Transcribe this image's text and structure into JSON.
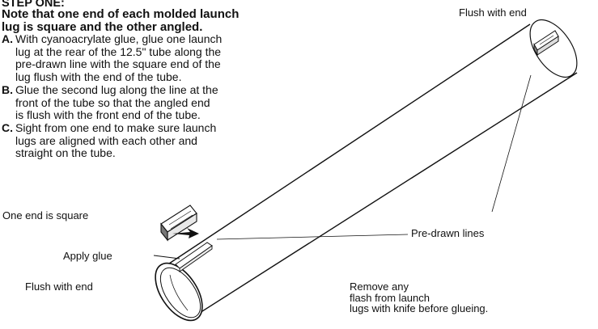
{
  "instructions": {
    "heading": "STEP ONE:",
    "note": [
      "Note that one end of each molded launch",
      "lug is square and the other angled."
    ],
    "steps": [
      {
        "letter": "A.",
        "lines": [
          "With cyanoacrylate glue, glue one launch",
          "lug at the rear of the 12.5\" tube along the",
          "pre-drawn line with the square end of the",
          "lug flush with the end of the tube."
        ]
      },
      {
        "letter": "B.",
        "lines": [
          "Glue the second lug along the line at the",
          "front of the tube so that the angled end",
          "is flush with the front end of the tube."
        ]
      },
      {
        "letter": "C.",
        "lines": [
          "Sight from one end to make sure launch",
          "lugs are aligned with each other and",
          "straight on the tube."
        ]
      }
    ]
  },
  "labels": {
    "flush_top": "Flush with end",
    "square_end": "One end is square",
    "apply_glue": "Apply glue",
    "flush_bottom": "Flush with end",
    "predrawn": "Pre-drawn lines",
    "remove_flash": [
      "Remove any",
      "flash from launch",
      "lugs with knife before glueing."
    ]
  },
  "colors": {
    "ink": "#111111",
    "background": "#ffffff"
  }
}
